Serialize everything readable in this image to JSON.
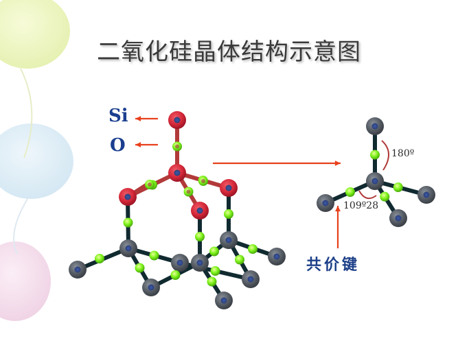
{
  "title": "二氧化硅晶体结构示意图",
  "legend": {
    "si_label": "Si",
    "o_label": "O"
  },
  "angles": {
    "linear": "180º",
    "tetrahedral": "109º28"
  },
  "bond_label": "共价键",
  "colors": {
    "si_atom": "#5a6068",
    "si_highlight": "#d6293a",
    "o_atom": "#7cf21a",
    "bond": "#102a30",
    "highlight_bond": "#b23a3a",
    "arrow": "#e8401c",
    "label_blue": "#1b3f8f"
  }
}
